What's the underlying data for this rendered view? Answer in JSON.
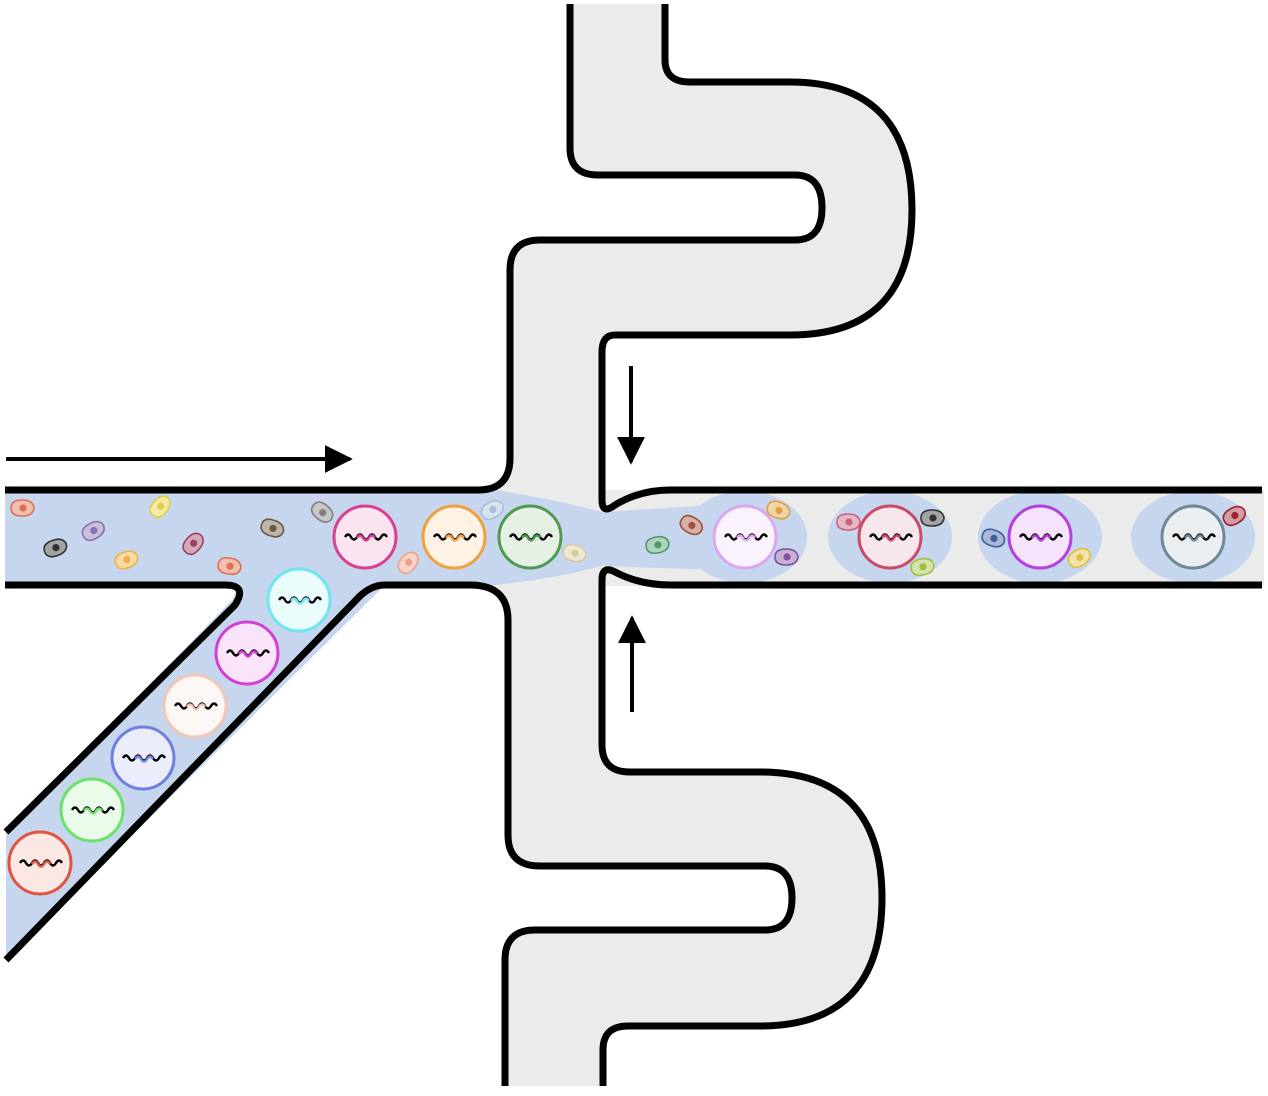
{
  "colors": {
    "channel_wall": "#000000",
    "oil_fill": "#ebebeb",
    "aqueous_fill": "#c5d6ee",
    "droplet_halo": "#c5d6ee",
    "arrow": "#000000"
  },
  "arrows": [
    {
      "name": "inlet-flow-arrow",
      "direction": "right"
    },
    {
      "name": "oil-top-flow-arrow",
      "direction": "down"
    },
    {
      "name": "oil-bottom-flow-arrow",
      "direction": "up"
    }
  ],
  "bead_colors_inlet": [
    "#e0553f",
    "#6be06b",
    "#6f7fe0",
    "#f0c8b8",
    "#d43fd4",
    "#6fe6f0"
  ],
  "bead_colors_junction": [
    "#d9418f",
    "#f0a040",
    "#4f9a4f"
  ],
  "droplet_colors": [
    "#dca6f0",
    "#c94a6a",
    "#b540e0",
    "#6f8797"
  ],
  "cell_colors": [
    "#e0704f",
    "#333333",
    "#8a70b0",
    "#e0d040",
    "#f0b040",
    "#a04060",
    "#e07050",
    "#6b5a40",
    "#808080",
    "#f0a088",
    "#a6bed8",
    "#d8caa0",
    "#4f9a6a",
    "#a0503a",
    "#e0a040",
    "#8050a0",
    "#c86080",
    "#333333",
    "#a0c040",
    "#3f5fa0",
    "#e0c040",
    "#a02030"
  ]
}
